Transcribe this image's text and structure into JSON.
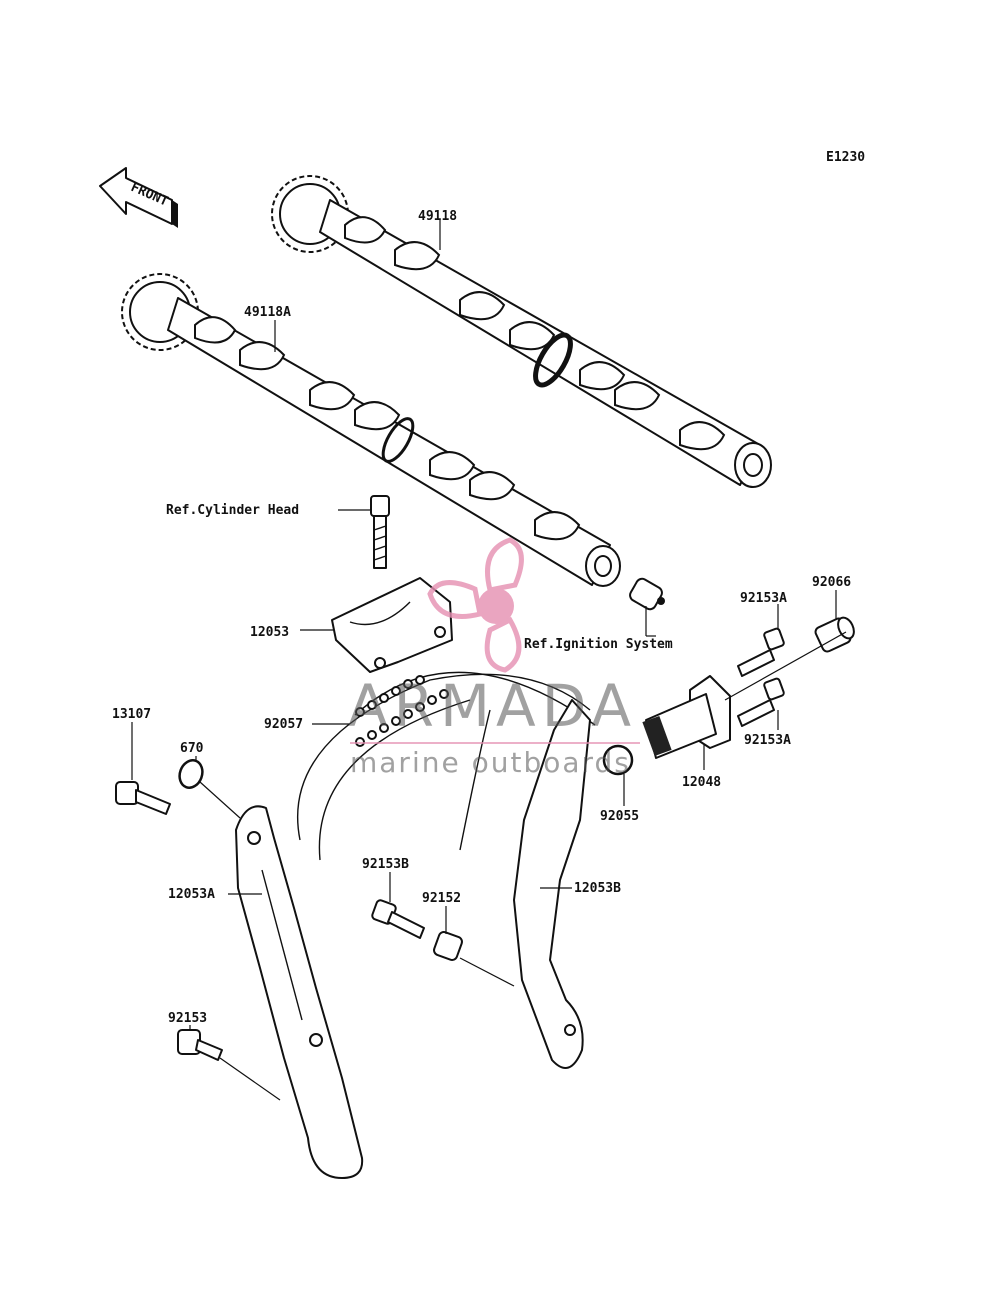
{
  "diagram_code": "E1230",
  "front_arrow_label": "FRONT",
  "watermark": {
    "brand": "ARMADA",
    "tagline": "marine outboards",
    "logo_color": "#e58fb1"
  },
  "labels": {
    "camshaft_exhaust": "49118",
    "camshaft_intake": "49118A",
    "ref_cylinder_head": "Ref.Cylinder Head",
    "guide_upper": "12053",
    "ref_ignition": "Ref.Ignition System",
    "bolt_92153a_top": "92153A",
    "plug_92066": "92066",
    "bolt_92153a_bottom": "92153A",
    "tensioner": "12048",
    "oring_92055": "92055",
    "chain": "92057",
    "bolt_13107": "13107",
    "oring_670": "670",
    "guide_left": "12053A",
    "bolt_92153b": "92153B",
    "collar_92152": "92152",
    "guide_right": "12053B",
    "bolt_92153": "92153"
  }
}
